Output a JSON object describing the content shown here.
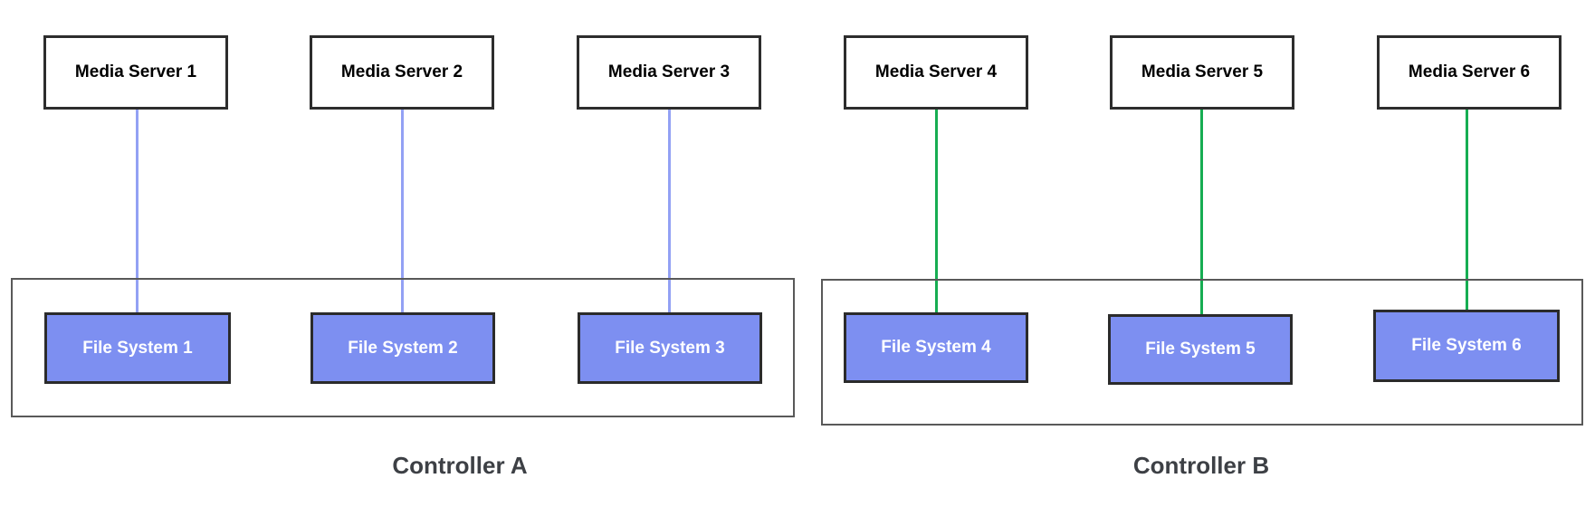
{
  "diagram": {
    "title": "",
    "groups": [
      {
        "controller_label": "Controller A",
        "link_color": "#93a1f4",
        "servers": [
          {
            "label": "Media Server 1"
          },
          {
            "label": "Media Server 2"
          },
          {
            "label": "Media Server 3"
          }
        ],
        "file_systems": [
          {
            "label": "File System 1"
          },
          {
            "label": "File System 2"
          },
          {
            "label": "File System 3"
          }
        ]
      },
      {
        "controller_label": "Controller B",
        "link_color": "#16ad52",
        "servers": [
          {
            "label": "Media Server 4"
          },
          {
            "label": "Media Server 5"
          },
          {
            "label": "Media Server 6"
          }
        ],
        "file_systems": [
          {
            "label": "File System 4"
          },
          {
            "label": "File System 5"
          },
          {
            "label": "File System 6"
          }
        ]
      }
    ],
    "connections": [
      {
        "from": "Media Server 1",
        "to": "File System 1",
        "color": "#93a1f4"
      },
      {
        "from": "Media Server 2",
        "to": "File System 2",
        "color": "#93a1f4"
      },
      {
        "from": "Media Server 3",
        "to": "File System 3",
        "color": "#93a1f4"
      },
      {
        "from": "Media Server 4",
        "to": "File System 4",
        "color": "#16ad52"
      },
      {
        "from": "Media Server 5",
        "to": "File System 5",
        "color": "#16ad52"
      },
      {
        "from": "Media Server 6",
        "to": "File System 6",
        "color": "#16ad52"
      }
    ],
    "colors": {
      "server_box_bg": "#ffffff",
      "server_box_border": "#2d2d2d",
      "file_system_bg": "#7d8ff1",
      "file_system_border": "#2b2b2b",
      "file_system_text": "#ffffff",
      "controller_border": "#595959",
      "controller_label_text": "#3d4045",
      "link_blue": "#93a1f4",
      "link_green": "#16ad52"
    }
  }
}
